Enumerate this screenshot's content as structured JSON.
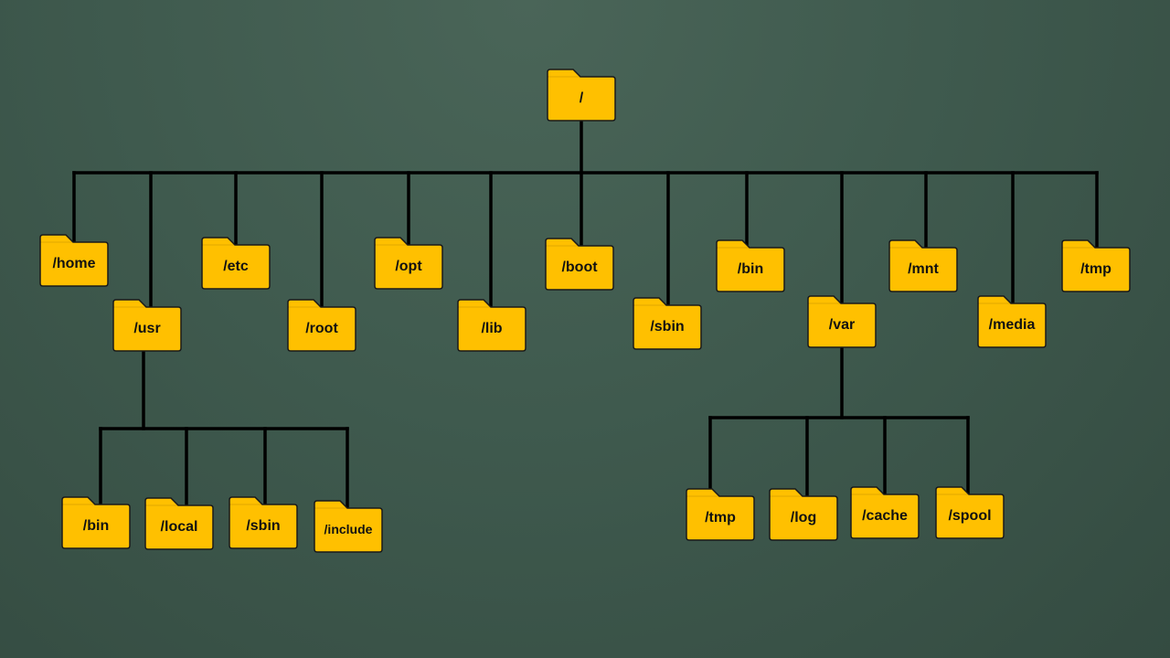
{
  "colors": {
    "folder_fill": "#FFC000",
    "folder_stroke": "#1a1a1a",
    "connector": "#000000",
    "background": "#3f5a4e"
  },
  "icon": "folder-icon",
  "tree": {
    "root": {
      "id": "root",
      "label": "/"
    },
    "children": [
      {
        "id": "home",
        "label": "/home"
      },
      {
        "id": "usr",
        "label": "/usr",
        "children": [
          {
            "id": "usr-bin",
            "label": "/bin"
          },
          {
            "id": "usr-local",
            "label": "/local"
          },
          {
            "id": "usr-sbin",
            "label": "/sbin"
          },
          {
            "id": "usr-include",
            "label": "/include"
          }
        ]
      },
      {
        "id": "etc",
        "label": "/etc"
      },
      {
        "id": "rootdir",
        "label": "/root"
      },
      {
        "id": "opt",
        "label": "/opt"
      },
      {
        "id": "lib",
        "label": "/lib"
      },
      {
        "id": "boot",
        "label": "/boot"
      },
      {
        "id": "sbin",
        "label": "/sbin"
      },
      {
        "id": "bin",
        "label": "/bin"
      },
      {
        "id": "var",
        "label": "/var",
        "children": [
          {
            "id": "var-tmp",
            "label": "/tmp"
          },
          {
            "id": "var-log",
            "label": "/log"
          },
          {
            "id": "var-cache",
            "label": "/cache"
          },
          {
            "id": "var-spool",
            "label": "/spool"
          }
        ]
      },
      {
        "id": "mnt",
        "label": "/mnt"
      },
      {
        "id": "media",
        "label": "/media"
      },
      {
        "id": "tmp",
        "label": "/tmp"
      }
    ]
  }
}
